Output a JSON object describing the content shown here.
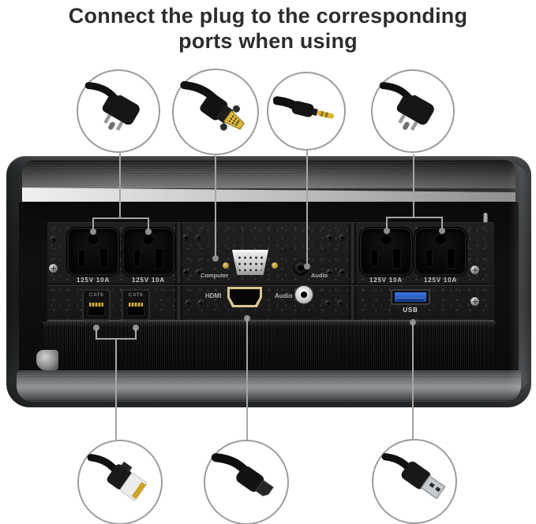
{
  "title": {
    "line1": "Connect the plug to the corresponding",
    "line2": "ports when using"
  },
  "device": {
    "labels": {
      "outlet1": "125V 10A",
      "outlet2": "125V 10A",
      "outlet3": "125V 10A",
      "outlet4": "125V 10A",
      "vga": "Computer",
      "audio_top": "Audio",
      "hdmi": "HDMI",
      "audio_bottom": "Audio",
      "usb": "USB",
      "cat_left": "CAT6",
      "cat_right": "CAT6"
    },
    "colors": {
      "usb_port_blue": "#2a62d8",
      "vga_gold": "#d9b53a",
      "callout_line": "#a5a5a5",
      "frame_dark": "#2b2e30",
      "frame_aluminum": "#8e9295"
    }
  },
  "callouts": {
    "top": [
      {
        "icon": "power-plug-icon"
      },
      {
        "icon": "vga-connector-icon"
      },
      {
        "icon": "audio-plug-icon"
      },
      {
        "icon": "power-plug-icon"
      }
    ],
    "bottom": [
      {
        "icon": "ethernet-connector-icon"
      },
      {
        "icon": "hdmi-connector-icon"
      },
      {
        "icon": "usb-connector-icon"
      }
    ]
  }
}
